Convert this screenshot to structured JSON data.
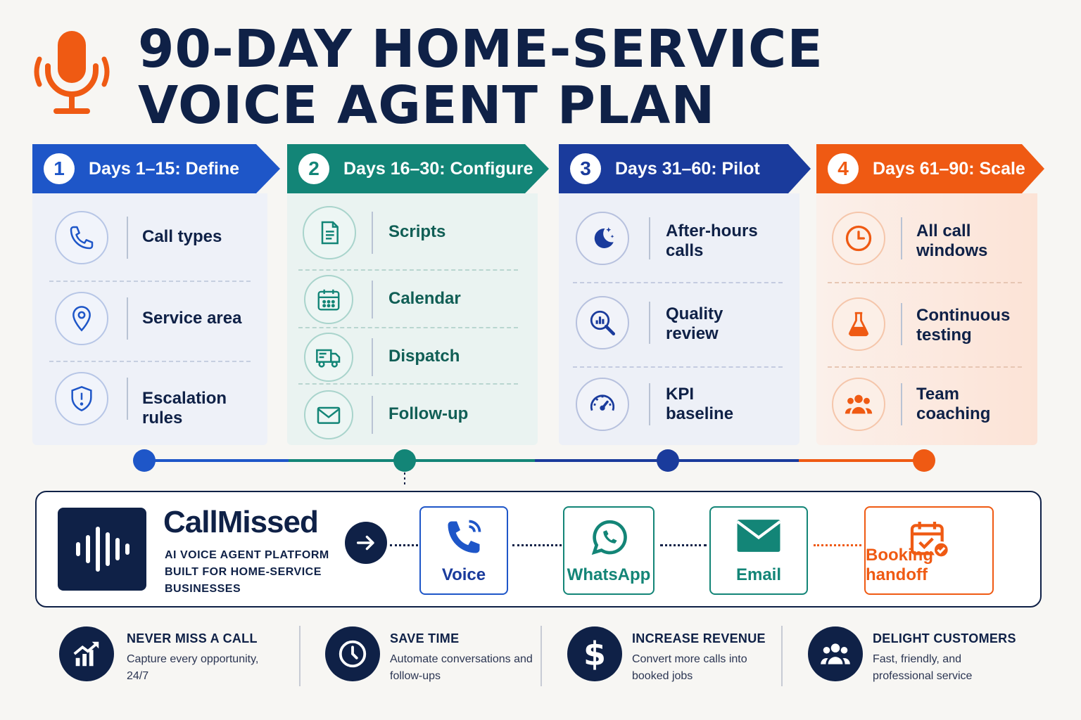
{
  "title": {
    "line1": "90-DAY HOME-SERVICE",
    "line2": "VOICE AGENT PLAN"
  },
  "colors": {
    "navy": "#0f2147",
    "blue": "#1e56c8",
    "teal": "#138577",
    "dark_blue": "#1a3b9c",
    "orange": "#ef5a13"
  },
  "phases": [
    {
      "number": "1",
      "label": "Days 1–15: Define",
      "items": [
        {
          "label": "Call types",
          "icon": "phone-icon"
        },
        {
          "label": "Service area",
          "icon": "location-pin-icon"
        },
        {
          "label": "Escalation rules",
          "icon": "shield-alert-icon"
        }
      ]
    },
    {
      "number": "2",
      "label": "Days 16–30: Configure",
      "items": [
        {
          "label": "Scripts",
          "icon": "document-icon"
        },
        {
          "label": "Calendar",
          "icon": "calendar-icon"
        },
        {
          "label": "Dispatch",
          "icon": "truck-icon"
        },
        {
          "label": "Follow-up",
          "icon": "envelope-icon"
        }
      ]
    },
    {
      "number": "3",
      "label": "Days 31–60: Pilot",
      "items": [
        {
          "label_line1": "After-hours",
          "label_line2": "calls",
          "icon": "moon-stars-icon"
        },
        {
          "label_line1": "Quality",
          "label_line2": "review",
          "icon": "magnifier-chart-icon"
        },
        {
          "label_line1": "KPI",
          "label_line2": "baseline",
          "icon": "gauge-icon"
        }
      ]
    },
    {
      "number": "4",
      "label": "Days 61–90: Scale",
      "items": [
        {
          "label_line1": "All call",
          "label_line2": "windows",
          "icon": "clock-icon"
        },
        {
          "label_line1": "Continuous",
          "label_line2": "testing",
          "icon": "flask-icon"
        },
        {
          "label_line1": "Team",
          "label_line2": "coaching",
          "icon": "team-icon"
        }
      ]
    }
  ],
  "platform": {
    "name": "CallMissed",
    "tagline": "AI VOICE AGENT PLATFORM BUILT FOR HOME-SERVICE BUSINESSES",
    "channels": [
      {
        "label": "Voice",
        "icon": "phone-waves-icon"
      },
      {
        "label": "WhatsApp",
        "icon": "whatsapp-icon"
      },
      {
        "label": "Email",
        "icon": "envelope-icon"
      },
      {
        "label": "Booking handoff",
        "icon": "calendar-check-icon"
      }
    ]
  },
  "benefits": [
    {
      "title": "NEVER MISS A CALL",
      "desc": "Capture every opportunity, 24/7",
      "icon": "growth-chart-icon"
    },
    {
      "title": "SAVE TIME",
      "desc": "Automate conversations and follow-ups",
      "icon": "clock-icon"
    },
    {
      "title": "INCREASE REVENUE",
      "desc": "Convert more calls into booked jobs",
      "icon": "dollar-icon"
    },
    {
      "title": "DELIGHT CUSTOMERS",
      "desc": "Fast, friendly, and professional service",
      "icon": "team-icon"
    }
  ]
}
